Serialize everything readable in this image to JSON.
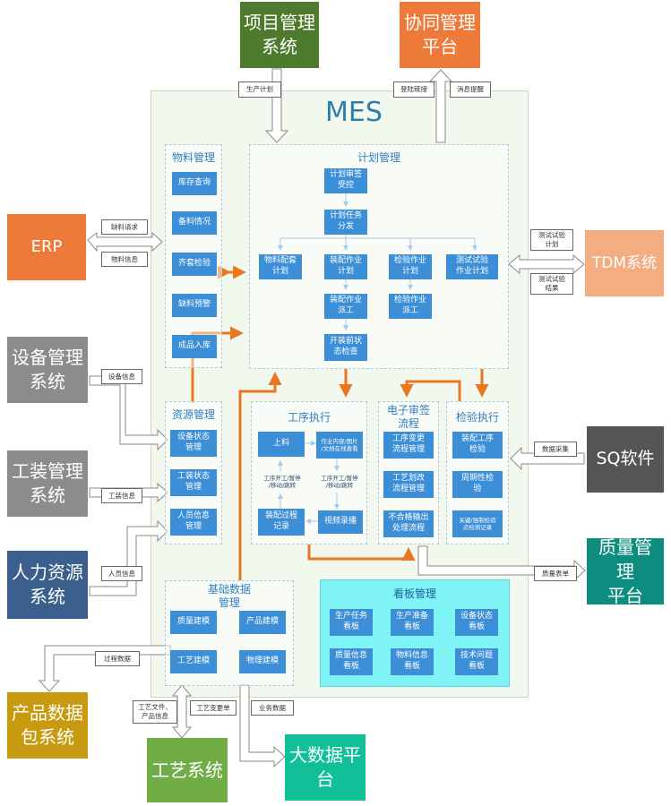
{
  "mes_title": "MES",
  "external": {
    "project": "项目管理\n系统",
    "collab": "协同管理\n平台",
    "erp": "ERP",
    "tdm": "TDM系统",
    "equipment": "设备管理\n系统",
    "tooling": "工装管理\n系统",
    "hr": "人力资源\n系统",
    "sq": "SQ软件",
    "quality": "质量管理\n平台",
    "pdp": "产品数据\n包系统",
    "craft": "工艺系统",
    "bigdata": "大数据平\n台"
  },
  "flows": {
    "plan": "生产计划",
    "login": "登陆链接",
    "msg": "消息提醒",
    "shortage_req": "缺料请求",
    "material_info": "物料信息",
    "test_plan": "测试试验\n计划",
    "test_result": "测试试验\n结果",
    "equip_info": "设备信息",
    "tool_info": "工装信息",
    "staff_info": "人员信息",
    "data_collect": "数据采集",
    "quality_form": "质量表单",
    "process_data": "过程数据",
    "craft_files": "工艺文件、\n产品信息",
    "craft_change": "工艺变更单",
    "biz_data": "业务数据"
  },
  "groups": {
    "material": {
      "title": "物料管理",
      "items": [
        "库存查询",
        "备料情况",
        "齐套检验",
        "缺料预警",
        "成品入库"
      ]
    },
    "plan": {
      "title": "计划管理",
      "review": "计划审签\n受控",
      "dispatch": "计划任务\n分发",
      "kit": "物料配套\n计划",
      "assembly": "装配作业\n计划",
      "inspect": "检验作业\n计划",
      "test": "测试试验\n作业计划",
      "assembly_dispatch": "装配作业\n派工",
      "inspect_dispatch": "检验作业\n派工",
      "precheck": "开装前状\n态检查"
    },
    "resource": {
      "title": "资源管理",
      "items": [
        "设备状态\n管理",
        "工装状态\n管理",
        "人员信息\n管理"
      ]
    },
    "process": {
      "title": "工序执行",
      "load": "上料",
      "docs": "作业内容/图片\n/文档在线查看",
      "op_left": "工序开工/暂停\n/移动/跳转",
      "op_right": "工序开工/暂停\n/移动/跳转",
      "record": "装配过程\n记录",
      "video": "视频录播"
    },
    "esign": {
      "title": "电子审签\n流程",
      "items": [
        "工序变更\n流程管理",
        "工艺划改\n流程管理",
        "不合格输出\n处理流程"
      ]
    },
    "inspection": {
      "title": "检验执行",
      "items": [
        "装配工序\n检验",
        "周期性检\n验",
        "关键/强制检验\n点检测记录"
      ]
    },
    "basedata": {
      "title": "基础数据\n管理",
      "items": [
        "质量建模",
        "产品建模",
        "工艺建模",
        "物理建模"
      ]
    },
    "kanban": {
      "title": "看板管理",
      "items": [
        "生产任务\n看板",
        "生产准备\n看板",
        "设备状态\n看板",
        "质量信息\n看板",
        "物料信息\n看板",
        "技术问题\n看板"
      ]
    }
  },
  "colors": {
    "green_dark": "#4e7a2d",
    "orange": "#ee7a3a",
    "peach": "#f4ad80",
    "gray": "#8c8c8c",
    "blue_dark": "#3b5f8c",
    "charcoal": "#555555",
    "teal": "#0d8d80",
    "mustard": "#c89a10",
    "green_mid": "#70ad47",
    "teal_bright": "#11c098",
    "box_blue": "#3c8ed6",
    "arrow_blue": "#5aa0d8",
    "arrow_orange": "#e87722"
  }
}
